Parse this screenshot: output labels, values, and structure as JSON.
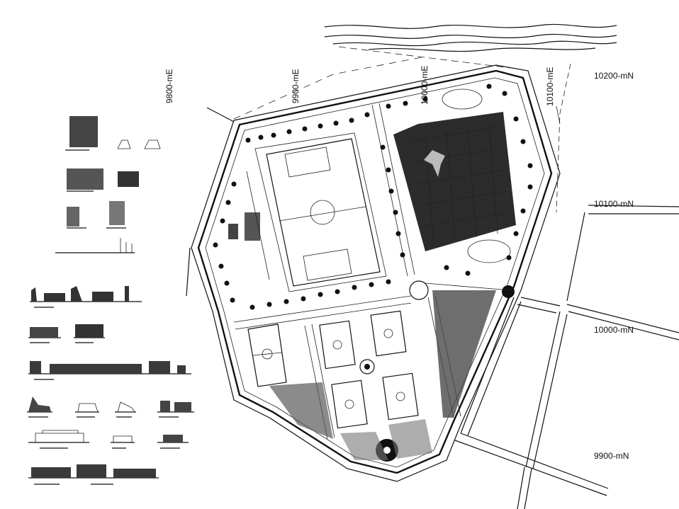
{
  "drawing": {
    "easting_labels": [
      "9800-mE",
      "9900-mE",
      "10000-mE",
      "10100-mE"
    ],
    "northing_labels": [
      "10200-mN",
      "10100-mN",
      "10000-mN",
      "9900-mN"
    ]
  }
}
